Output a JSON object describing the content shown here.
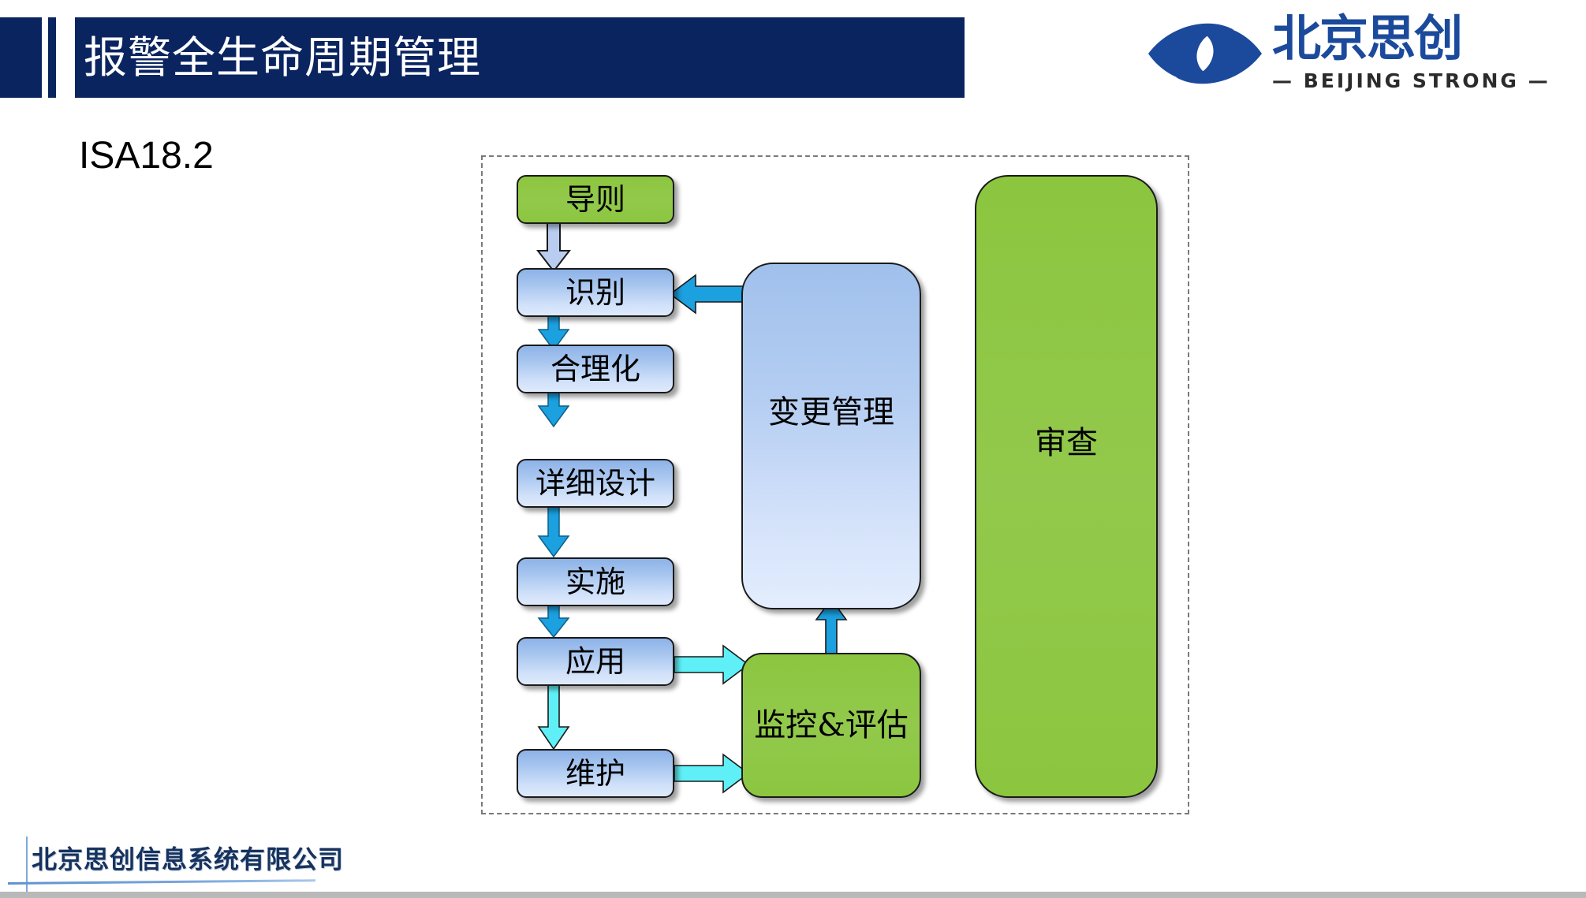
{
  "slide": {
    "title": "报警全生命周期管理",
    "subtitle": "ISA18.2",
    "footer_text": "北京思创信息系统有限公司"
  },
  "logo": {
    "mark_name": "beijing-strong-eye-swoosh",
    "chinese_name": "北京思创",
    "english_name": "— BEIJING STRONG —"
  },
  "colors": {
    "title_bar": "#0a2460",
    "logo_blue": "#1b4a9c",
    "node_green": "#8cc63f",
    "node_blue_top": "#8db3e8",
    "node_blue_bottom": "#dfeafc",
    "arrow_dark_cyan": "#1ba0e0",
    "arrow_light_cyan": "#5ff0f7",
    "arrow_pale_blue": "#b9cdf0",
    "frame_dash": "#7a7a7a",
    "footer_text": "#16335f",
    "footer_rule": "#5f92cf"
  },
  "diagram": {
    "name": "alarm-lifecycle-flow",
    "lifecycle_stages": [
      {
        "id": "guideline",
        "label": "导则",
        "style": "green"
      },
      {
        "id": "identify",
        "label": "识别",
        "style": "blue"
      },
      {
        "id": "rationalize",
        "label": "合理化",
        "style": "blue"
      },
      {
        "id": "detail-design",
        "label": "详细设计",
        "style": "blue"
      },
      {
        "id": "implement",
        "label": "实施",
        "style": "blue"
      },
      {
        "id": "operate",
        "label": "应用",
        "style": "blue"
      },
      {
        "id": "maintain",
        "label": "维护",
        "style": "blue"
      }
    ],
    "side_nodes": [
      {
        "id": "change-management",
        "label": "变更管理",
        "style": "blue"
      },
      {
        "id": "monitor-assessment",
        "label": "监控&评估",
        "style": "green"
      },
      {
        "id": "audit",
        "label": "审查",
        "style": "green"
      }
    ],
    "connections": [
      {
        "from": "guideline",
        "to": "identify",
        "direction": "down",
        "color": "pale-blue"
      },
      {
        "from": "identify",
        "to": "rationalize",
        "direction": "down",
        "color": "dark-cyan"
      },
      {
        "from": "rationalize",
        "to": "detail-design",
        "direction": "down",
        "color": "dark-cyan"
      },
      {
        "from": "detail-design",
        "to": "implement",
        "direction": "down",
        "color": "dark-cyan"
      },
      {
        "from": "implement",
        "to": "operate",
        "direction": "down",
        "color": "dark-cyan"
      },
      {
        "from": "operate",
        "to": "maintain",
        "direction": "down",
        "color": "light-cyan"
      },
      {
        "from": "operate",
        "to": "monitor-assessment",
        "direction": "right",
        "color": "light-cyan"
      },
      {
        "from": "maintain",
        "to": "monitor-assessment",
        "direction": "right",
        "color": "light-cyan"
      },
      {
        "from": "monitor-assessment",
        "to": "change-management",
        "direction": "up",
        "color": "dark-cyan"
      },
      {
        "from": "change-management",
        "to": "identify",
        "direction": "left",
        "color": "dark-cyan"
      }
    ]
  }
}
